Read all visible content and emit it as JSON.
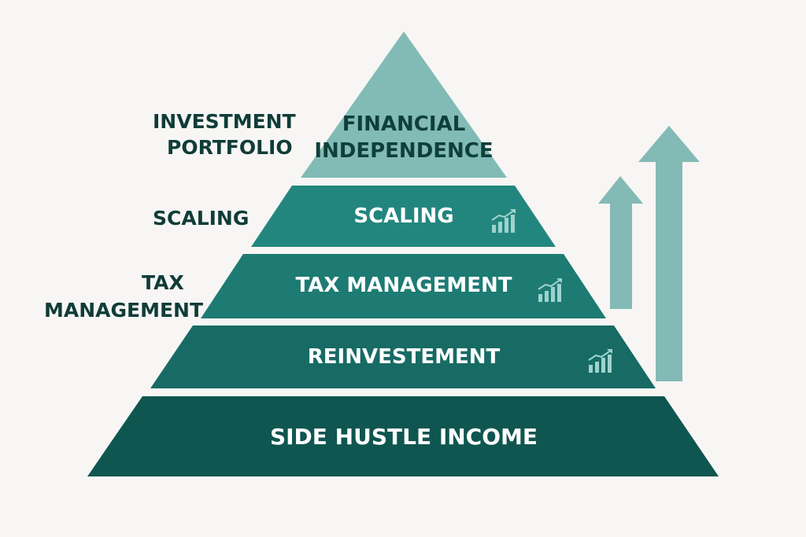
{
  "colors": {
    "background": "#f7f6f4",
    "tier_top": "#82bbb6",
    "tier_2": "#23867e",
    "tier_3": "#1d7b73",
    "tier_4": "#176b64",
    "tier_5": "#0f5650",
    "arrow": "#84bab6",
    "side_text": "#103c38",
    "chart_icon": "#9fd2cd"
  },
  "pyramid": {
    "tiers": [
      {
        "line1": "FINANCIAL",
        "line2": "INDEPENDENCE"
      },
      {
        "label": "SCALING",
        "icon": "growth-chart-icon"
      },
      {
        "label": "TAX MANAGEMENT",
        "icon": "growth-chart-icon"
      },
      {
        "label": "REINVESTEMENT",
        "icon": "growth-chart-icon"
      },
      {
        "label": "SIDE HUSTLE INCOME"
      }
    ]
  },
  "side_labels": {
    "investment": {
      "line1": "INVESTMENT",
      "line2": "PORTFOLIO"
    },
    "scaling": "SCALING",
    "tax": {
      "line1": "TAX",
      "line2": "MANAGEMENT"
    }
  },
  "arrows": {
    "count": 2,
    "icon": "up-arrow-icon"
  }
}
